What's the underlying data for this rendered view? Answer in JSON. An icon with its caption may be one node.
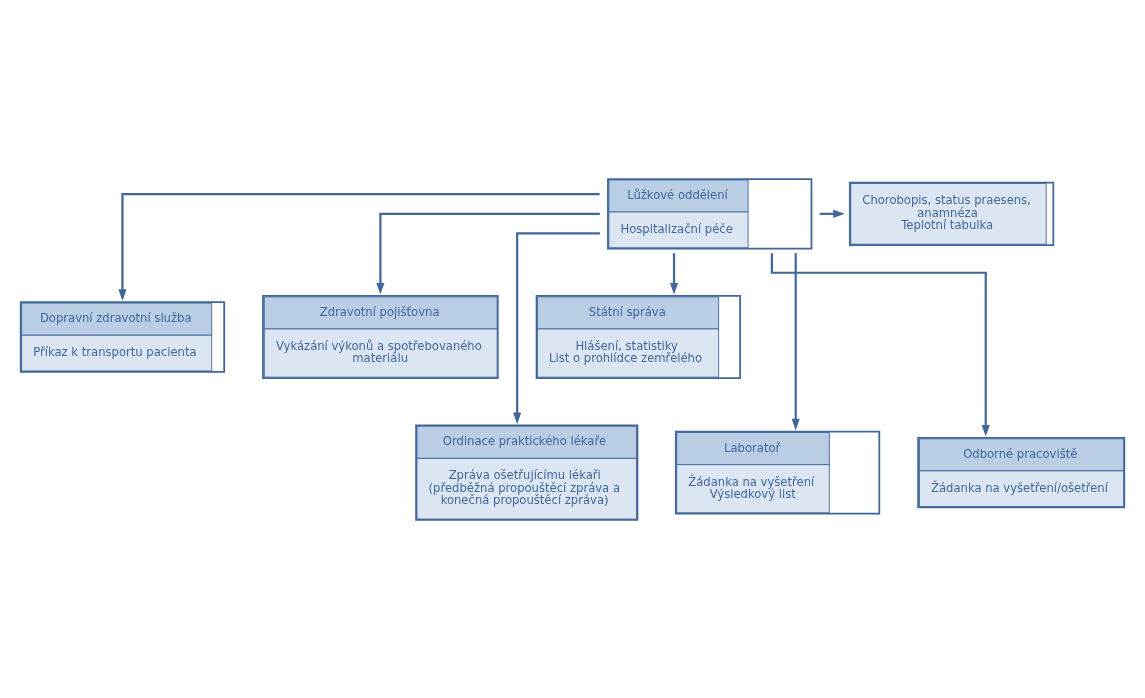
{
  "diagram": {
    "nodes": [
      {
        "text": [
          "Lůžkové oddělení",
          "Hospitalizační péče"
        ]
      },
      {
        "text": [
          "Chorobopis, status praesens, anamnéza",
          "Teplotní tabulka"
        ]
      },
      {
        "text": [
          "Dopravní zdravotní služba",
          "Příkaz k transportu pacienta"
        ]
      },
      {
        "text": [
          "Zdravotní pojišťovna",
          "Vykázání výkonů a spotřebovaného materiálu"
        ]
      },
      {
        "text": [
          "Státní správa",
          "Hlášení, statistiky",
          "List o prohlídce zemřelého"
        ]
      },
      {
        "text": [
          "Ordinace praktického lékaře",
          "Zpráva ošetřujícímu lékaři (předběžná propouštěcí zpráva a konečná propouštěcí zpráva)"
        ]
      },
      {
        "text": [
          "Laboratoř",
          "Žádanka na vyšetření",
          "Výsledkový list"
        ]
      },
      {
        "text": [
          "Odborné pracoviště",
          "Žádanka na vyšetření/ošetření"
        ]
      }
    ],
    "edges": [
      {
        "from": 0,
        "to": 1,
        "arrow": "to"
      },
      {
        "from": 0,
        "to": 2,
        "arrow": "to"
      },
      {
        "from": 0,
        "to": 3,
        "arrow": "to"
      },
      {
        "from": 0,
        "to": 4,
        "arrow": "to"
      },
      {
        "from": 0,
        "to": 5,
        "arrow": "to"
      },
      {
        "from": 0,
        "to": 6,
        "arrow": "to"
      },
      {
        "from": 0,
        "to": 7,
        "arrow": "to"
      }
    ]
  }
}
